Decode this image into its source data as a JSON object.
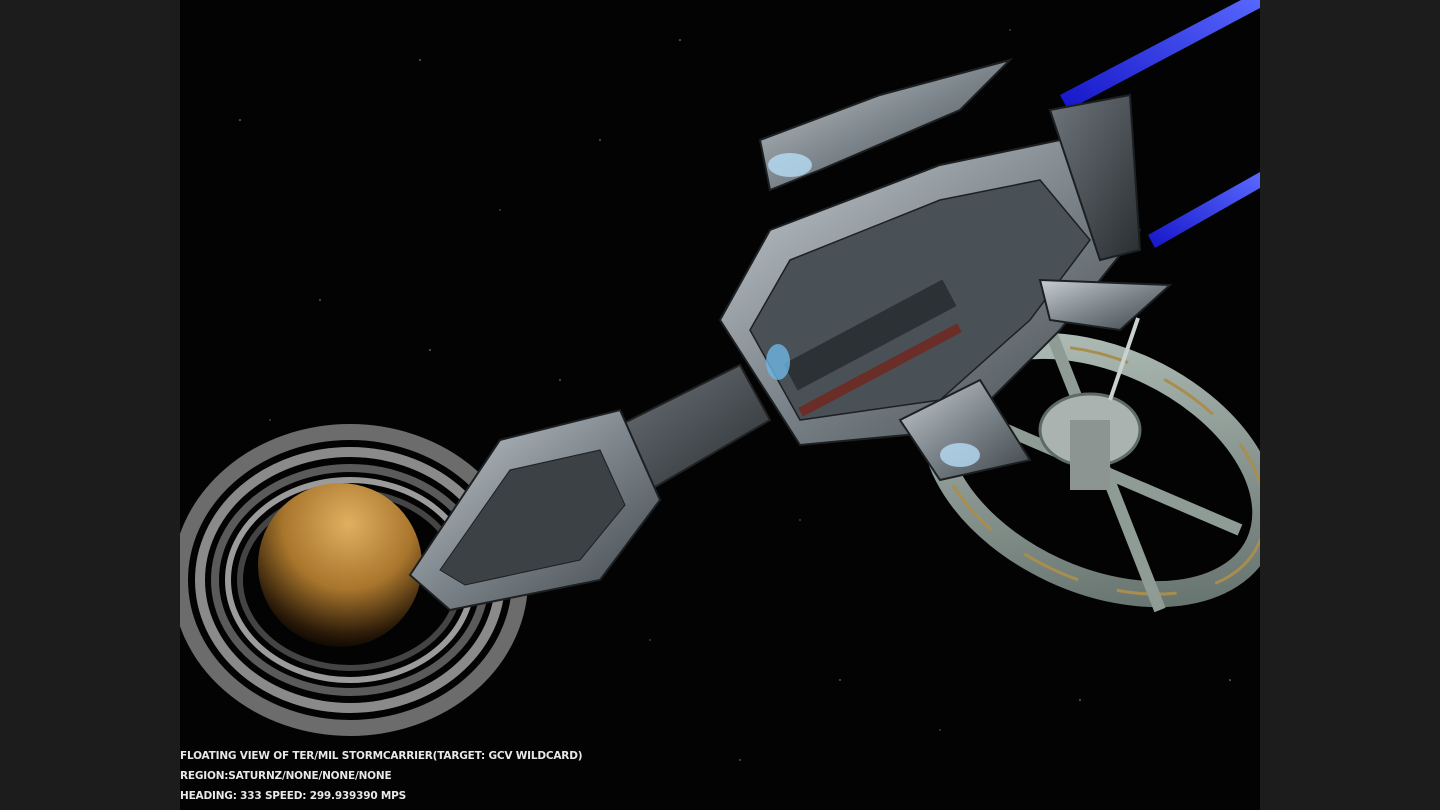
{
  "hud": {
    "line1": "FLOATING VIEW OF TER/MIL STORMCARRIER(TARGET: GCV WILDCARD)",
    "line2": "REGION:SATURNZ/NONE/NONE/NONE",
    "line3": "HEADING: 333 SPEED: 299.939390 MPS"
  },
  "colors": {
    "space": "#030303",
    "letterbox": "#1c1c1c",
    "hud_text": "#e8e8e8",
    "engine_beam": "#2a2cff",
    "planet": "#c9923a",
    "hull": "#8e979d"
  }
}
